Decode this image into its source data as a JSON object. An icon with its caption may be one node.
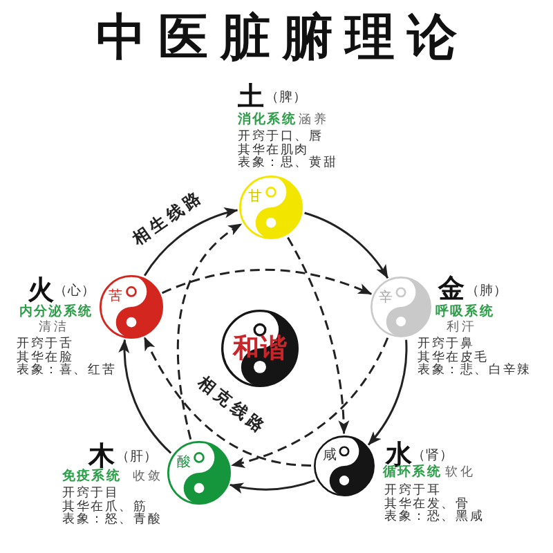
{
  "diagram": {
    "title": "中医脏腑理论",
    "nodes": [
      {
        "text": [
          "甘"
        ],
        "beside": [
          "土",
          "（脾）",
          "消化系统",
          "涵养",
          "开窍于口、唇",
          "其华在肌肉",
          "表象：思、黄甜"
        ]
      },
      {
        "text": [
          "苦"
        ],
        "beside": [
          "火",
          "（心）",
          "内分泌系统",
          "清洁",
          "开窍于舌",
          "其华在脸",
          "表象：喜、红苦"
        ]
      },
      {
        "text": [
          "辛"
        ],
        "beside": [
          "金",
          "（肺）",
          "呼吸系统",
          "利汗",
          "开窍于鼻",
          "其华在皮毛",
          "表象：悲、白辛辣"
        ]
      },
      {
        "text": [
          "和谐"
        ]
      },
      {
        "text": [
          "酸"
        ],
        "beside": [
          "木",
          "（肝）",
          "免疫系统",
          "收敛",
          "开窍于目",
          "其华在爪、筋",
          "表象：怒、青酸"
        ]
      },
      {
        "text": [
          "咸"
        ],
        "beside": [
          "水",
          "（肾）",
          "循环系统",
          "软化",
          "开窍于耳",
          "其华在发、骨",
          "表象：恐、黑咸"
        ]
      }
    ],
    "edges": [
      {
        "from": 1,
        "to": 0,
        "arrow": "to",
        "label": "相生线路"
      },
      {
        "from": 0,
        "to": 2,
        "arrow": "to"
      },
      {
        "from": 2,
        "to": 5,
        "arrow": "to"
      },
      {
        "from": 5,
        "to": 4,
        "arrow": "to"
      },
      {
        "from": 4,
        "to": 1,
        "arrow": "to"
      },
      {
        "from": 1,
        "to": 2,
        "arrow": "to",
        "style": "dashed"
      },
      {
        "from": 0,
        "to": 5,
        "arrow": "to",
        "style": "dashed"
      },
      {
        "from": 5,
        "to": 1,
        "arrow": "to",
        "style": "dashed",
        "label": "相克线路"
      },
      {
        "from": 4,
        "to": 0,
        "arrow": "to",
        "style": "dashed"
      },
      {
        "from": 2,
        "to": 4,
        "arrow": "to",
        "style": "dashed"
      }
    ]
  }
}
